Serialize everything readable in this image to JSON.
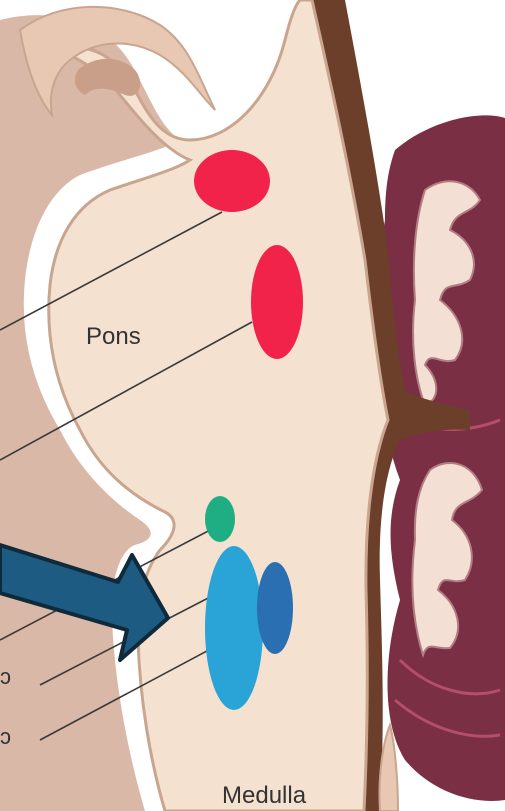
{
  "labels": {
    "pons": "Pons",
    "medulla": "Medulla"
  },
  "colors": {
    "tissue": "#f5e1cf",
    "tissue_outline": "#c9a58f",
    "outer_membrane": "#d9b8a8",
    "dark_tract": "#6b3f2a",
    "cerebellum_dark": "#7a2f44",
    "cerebellum_light": "#f3dfd3",
    "red_nucleus": "#f2234a",
    "green_nucleus": "#1fae84",
    "light_blue_nucleus": "#2aa3d6",
    "dark_blue_nucleus": "#2a6fb2",
    "arrow_fill": "#1e5b82",
    "arrow_stroke": "#0f2a3a",
    "leader_line": "#3a3a3a"
  },
  "nuclei": [
    {
      "name": "upper-red-nucleus",
      "color": "red"
    },
    {
      "name": "lower-red-nucleus",
      "color": "red"
    },
    {
      "name": "green-nucleus",
      "color": "green"
    },
    {
      "name": "light-blue-nucleus",
      "color": "light-blue"
    },
    {
      "name": "dark-blue-nucleus",
      "color": "dark-blue"
    }
  ],
  "pointer": {
    "name": "blue-arrow",
    "direction": "points-right-down"
  }
}
